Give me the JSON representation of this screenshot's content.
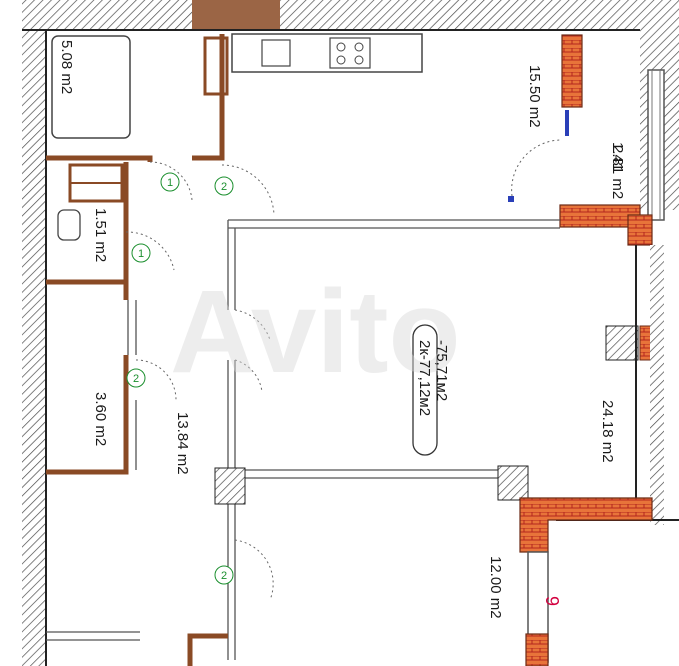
{
  "plan": {
    "areas": {
      "bathroom": "5.08 m2",
      "toilet": "1.51 m2",
      "kitchen": "15.50 m2",
      "balcony_top": "2.81 m2",
      "balcony_top_width": "1.41",
      "hall": "13.84 m2",
      "storage": "3.60 m2",
      "living_room": "24.18 m2",
      "bedroom": "12.00 m2",
      "total": "2к-77,12м2\n-75,71м2"
    },
    "door_markers": {
      "bathroom_door": "1",
      "kitchen_door": "2",
      "toilet_door": "1",
      "storage_door": "2",
      "bedroom_door": "2"
    },
    "right_tag": "9",
    "watermark": "Avito"
  },
  "colors": {
    "wall": "#8a4a25",
    "wall_fill": "#ffffff",
    "hatch": "#4a4a4a",
    "brick": "#e8743a",
    "brick_line": "#b3261e",
    "marker": "#1b8f2e",
    "tag": "#d3003f"
  }
}
